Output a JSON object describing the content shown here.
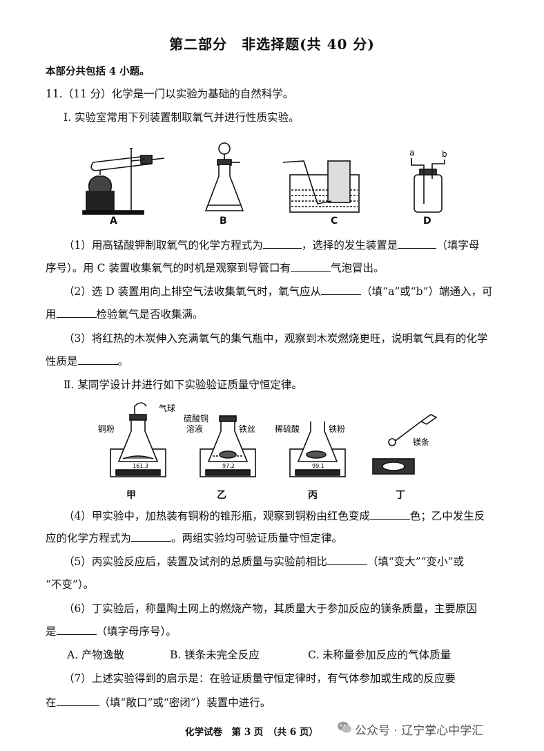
{
  "header": {
    "title": "第二部分　非选择题(共 40 分)"
  },
  "intro": "本部分共包括 4 小题。",
  "q11": {
    "stem": "11.（11 分）化学是一门以实验为基础的自然科学。",
    "part1": "Ⅰ. 实验室常用下列装置制取氧气并进行性质实验。",
    "apparatus_labels": [
      "A",
      "B",
      "C",
      "D"
    ],
    "d_tube_labels": [
      "a",
      "b"
    ],
    "q1_a": "（1）用高锰酸钾制取氧气的化学方程式为",
    "q1_b": "，选择的发生装置是",
    "q1_c": "（填字母",
    "q1_d": "序号）。用 C 装置收集氧气的时机是观察到导管口有",
    "q1_e": "气泡冒出。",
    "q2_a": "（2）选 D 装置用向上排空气法收集氧气时，氧气应从",
    "q2_b": "（填“a”或“b”）端通入，可",
    "q2_c": "用",
    "q2_d": "检验氧气是否收集满。",
    "q3_a": "（3）将红热的木炭伸入充满氧气的集气瓶中，观察到木炭燃烧更旺，说明氧气具有的化学",
    "q3_b": "性质是",
    "q3_c": "。",
    "part2": "Ⅱ. 某同学设计并进行如下实验验证质量守恒定律。",
    "exp_labels": {
      "balloon": "气球",
      "copper": "铜粉",
      "cuso4_1": "硫酸铜",
      "cuso4_2": "溶液",
      "iron_wire": "铁丝",
      "dilute_acid": "稀硫酸",
      "iron_powder": "铁粉",
      "mg_strip": "镁条"
    },
    "scale_readings": [
      "161.3",
      "97.2",
      "99.1"
    ],
    "exp_names": [
      "甲",
      "乙",
      "丙",
      "丁"
    ],
    "q4_a": "（4）甲实验中，加热装有铜粉的锥形瓶，观察到铜粉由红色变成",
    "q4_b": "色；乙中发生反",
    "q4_c": "应的化学方程式为",
    "q4_d": "。两组实验均可验证质量守恒定律。",
    "q5_a": "（5）丙实验反应后，装置及试剂的总质量与实验前相比",
    "q5_b": "（填“变大”“变小”或",
    "q5_c": "“不变”）。",
    "q6_a": "（6）丁实验后，称量陶土网上的燃烧产物，其质量大于参加反应的镁条质量，主要原因",
    "q6_b": "是",
    "q6_c": "（填字母序号）。",
    "options": [
      "A. 产物逸散",
      "B. 镁条未完全反应",
      "C. 未称量参加反应的气体质量"
    ],
    "q7_a": "（7）上述实验得到的启示是：在验证质量守恒定律时，有气体参加或生成的反应要",
    "q7_b": "在",
    "q7_c": "（填“敞口”或“密闭”）装置中进行。"
  },
  "footer": {
    "text": "化学试卷　第 3 页　（共 6 页）",
    "watermark": "公众号 · 辽宁掌心中学汇"
  }
}
